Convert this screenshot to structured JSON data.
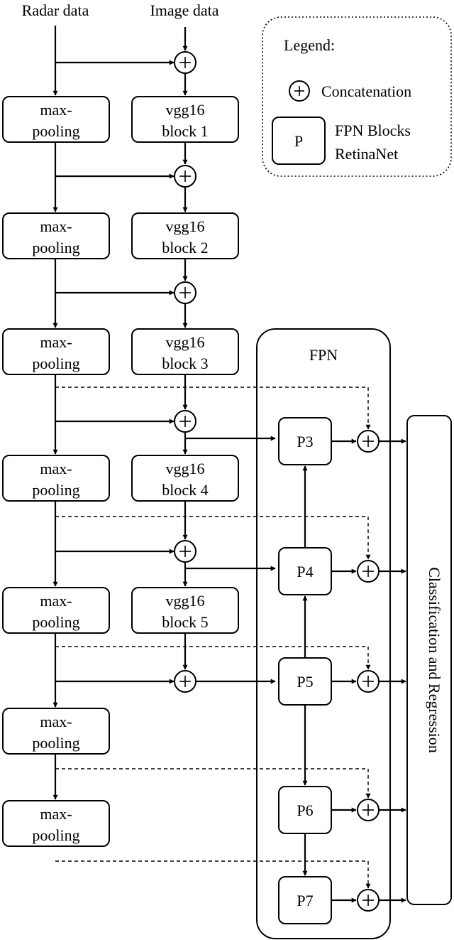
{
  "inputs": {
    "radar": "Radar data",
    "image": "Image data"
  },
  "maxpool": {
    "line1": "max-",
    "line2": "pooling"
  },
  "vgg": [
    {
      "line1": "vgg16",
      "line2": "block 1"
    },
    {
      "line1": "vgg16",
      "line2": "block 2"
    },
    {
      "line1": "vgg16",
      "line2": "block 3"
    },
    {
      "line1": "vgg16",
      "line2": "block 4"
    },
    {
      "line1": "vgg16",
      "line2": "block 5"
    }
  ],
  "fpn": {
    "title": "FPN",
    "blocks": [
      "P3",
      "P4",
      "P5",
      "P6",
      "P7"
    ]
  },
  "head": {
    "label": "Classification and Regression"
  },
  "legend": {
    "title": "Legend:",
    "concat_label": "Concatenation",
    "block_symbol": "P",
    "block_line1": "FPN Blocks",
    "block_line2": "RetinaNet"
  }
}
